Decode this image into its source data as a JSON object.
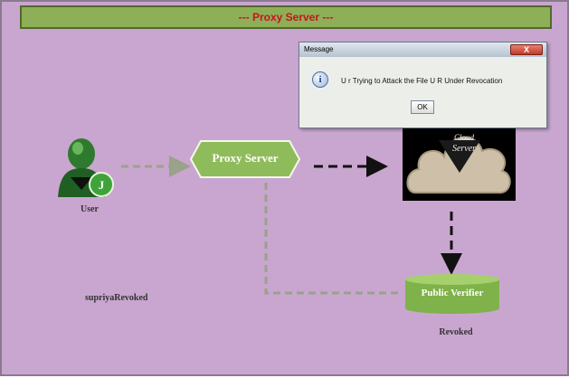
{
  "header": {
    "title": "--- Proxy Server ---"
  },
  "nodes": {
    "user": {
      "label": "User"
    },
    "proxy": {
      "label": "Proxy Server"
    },
    "cloud": {
      "line1": "Cloud",
      "line2": "Server"
    },
    "verifier": {
      "label": "Public Verifier"
    }
  },
  "file": {
    "name": "supriyaRevoked"
  },
  "status": {
    "text": "Revoked"
  },
  "dialog": {
    "title": "Message",
    "close_label": "X",
    "icon": "information-icon",
    "message": "U r Trying to Attack the File U R Under Revocation",
    "ok_label": "OK"
  },
  "colors": {
    "background": "#c9a6cf",
    "banner": "#8fae58",
    "banner_text": "#c4161c",
    "proxy_node": "#8fbc5a",
    "verifier_node": "#7fb24a"
  }
}
